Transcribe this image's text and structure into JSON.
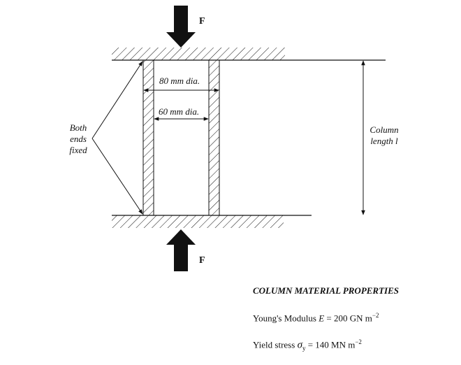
{
  "force_label": "F",
  "dims": {
    "outer": "80 mm dia.",
    "inner": "60 mm dia."
  },
  "ends_label": [
    "Both",
    "ends",
    "fixed"
  ],
  "length_label": [
    "Column",
    "length l"
  ],
  "properties": {
    "title": "COLUMN MATERIAL PROPERTIES",
    "youngs_prefix": "Young's Modulus ",
    "youngs_symbol": "E",
    "youngs_value": " = 200 GN m",
    "youngs_exp": "−2",
    "yield_prefix": "Yield stress ",
    "yield_symbol": "σ",
    "yield_sub": "y",
    "yield_value": " = 140 MN m",
    "yield_exp": "−2"
  },
  "colors": {
    "ink": "#111111"
  }
}
